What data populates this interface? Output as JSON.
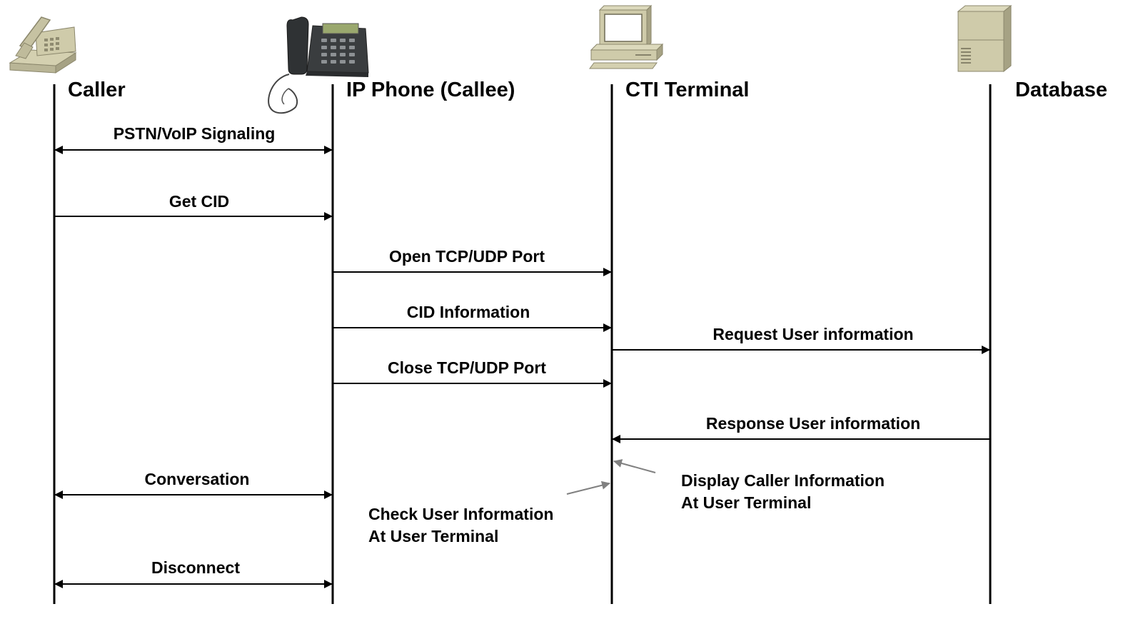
{
  "actors": [
    {
      "id": "caller",
      "label": "Caller",
      "icon": "desk-phone-icon"
    },
    {
      "id": "ip-phone",
      "label": "IP Phone (Callee)",
      "icon": "ip-phone-icon"
    },
    {
      "id": "cti",
      "label": "CTI Terminal",
      "icon": "computer-icon"
    },
    {
      "id": "db",
      "label": "Database",
      "icon": "server-icon"
    }
  ],
  "messages": [
    {
      "label": "PSTN/VoIP Signaling",
      "from": "caller",
      "to": "ip-phone",
      "bidirectional": true
    },
    {
      "label": "Get CID",
      "from": "caller",
      "to": "ip-phone",
      "bidirectional": false
    },
    {
      "label": "Open TCP/UDP Port",
      "from": "ip-phone",
      "to": "cti",
      "bidirectional": false
    },
    {
      "label": "CID Information",
      "from": "ip-phone",
      "to": "cti",
      "bidirectional": false
    },
    {
      "label": "Request User information",
      "from": "cti",
      "to": "db",
      "bidirectional": false
    },
    {
      "label": "Close TCP/UDP Port",
      "from": "ip-phone",
      "to": "cti",
      "bidirectional": false
    },
    {
      "label": "Response User information",
      "from": "db",
      "to": "cti",
      "bidirectional": false
    },
    {
      "label": "Conversation",
      "from": "caller",
      "to": "ip-phone",
      "bidirectional": true
    },
    {
      "label": "Disconnect",
      "from": "caller",
      "to": "ip-phone",
      "bidirectional": true
    }
  ],
  "notes": [
    {
      "lines": [
        "Display Caller Information",
        "At User Terminal"
      ]
    },
    {
      "lines": [
        "Check User Information",
        "At User Terminal"
      ]
    }
  ],
  "colors": {
    "line": "#000000",
    "note_arrow": "#808080",
    "icon_beige": "#cfcbaa",
    "icon_dark": "#3a3d3f"
  }
}
